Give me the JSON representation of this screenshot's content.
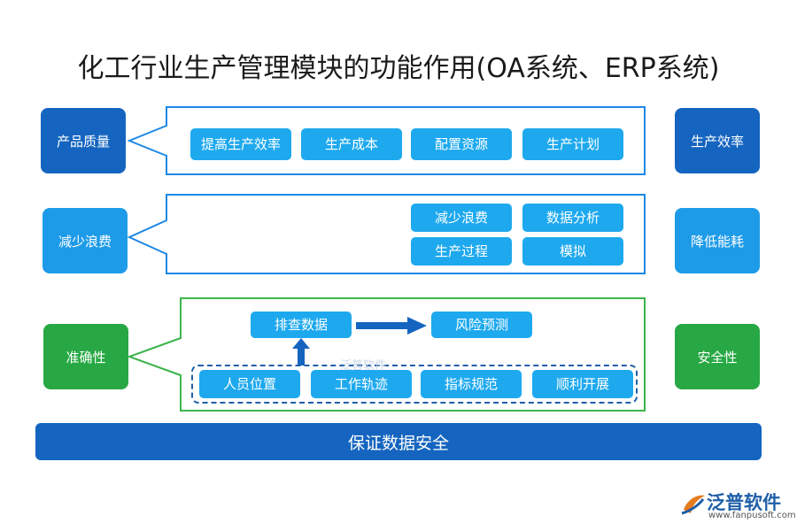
{
  "title": "化工行业生产管理模块的功能作用(OA系统、ERP系统)",
  "left_boxes": [
    "产品质量",
    "减少浪费",
    "准确性"
  ],
  "right_boxes": [
    "生产效率",
    "降低能耗",
    "安全性"
  ],
  "row1_chips": [
    "提高生产效率",
    "生产成本",
    "配置资源",
    "生产计划"
  ],
  "row2_chips": [
    "减少浪费",
    "数据分析",
    "生产过程",
    "模拟"
  ],
  "row3": {
    "top_left": "排查数据",
    "top_right": "风险预测",
    "bottom": [
      "人员位置",
      "工作轨迹",
      "指标规范",
      "顺利开展"
    ]
  },
  "bottom_bar": "保证数据安全",
  "logo": {
    "name": "泛普软件",
    "url": "www.fanpusoft.com"
  },
  "watermark": "泛普软件",
  "colors": {
    "dark_blue": "#1565c0",
    "mid_blue": "#1e9be8",
    "green": "#27a844",
    "chip": "#1ea9ee",
    "frame_blue": "#1e88e5",
    "frame_green": "#3cb44b"
  }
}
